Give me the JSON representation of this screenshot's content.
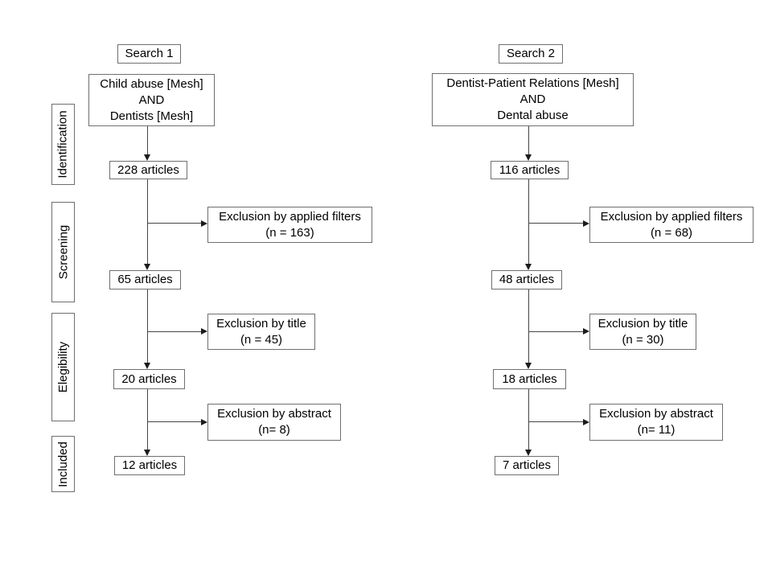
{
  "diagram": {
    "stages": [
      {
        "label": "Identification"
      },
      {
        "label": "Screening"
      },
      {
        "label": "Elegibility"
      },
      {
        "label": "Included"
      }
    ],
    "searches": [
      {
        "title": "Search 1",
        "query": {
          "line1": "Child abuse [Mesh]",
          "line2": "AND",
          "line3": "Dentists [Mesh]"
        },
        "counts": {
          "identified": "228 articles",
          "screened": "65 articles",
          "eligible": "20 articles",
          "included": "12 articles"
        },
        "exclusions": {
          "filters": {
            "label": "Exclusion by applied filters",
            "n": "(n = 163)"
          },
          "title": {
            "label": "Exclusion by title",
            "n": "(n = 45)"
          },
          "abstract": {
            "label": "Exclusion by abstract",
            "n": "(n= 8)"
          }
        }
      },
      {
        "title": "Search 2",
        "query": {
          "line1": "Dentist-Patient Relations [Mesh]",
          "line2": "AND",
          "line3": "Dental abuse"
        },
        "counts": {
          "identified": "116 articles",
          "screened": "48 articles",
          "eligible": "18 articles",
          "included": "7 articles"
        },
        "exclusions": {
          "filters": {
            "label": "Exclusion by applied filters",
            "n": "(n = 68)"
          },
          "title": {
            "label": "Exclusion by title",
            "n": "(n = 30)"
          },
          "abstract": {
            "label": "Exclusion by abstract",
            "n": "(n= 11)"
          }
        }
      }
    ]
  }
}
